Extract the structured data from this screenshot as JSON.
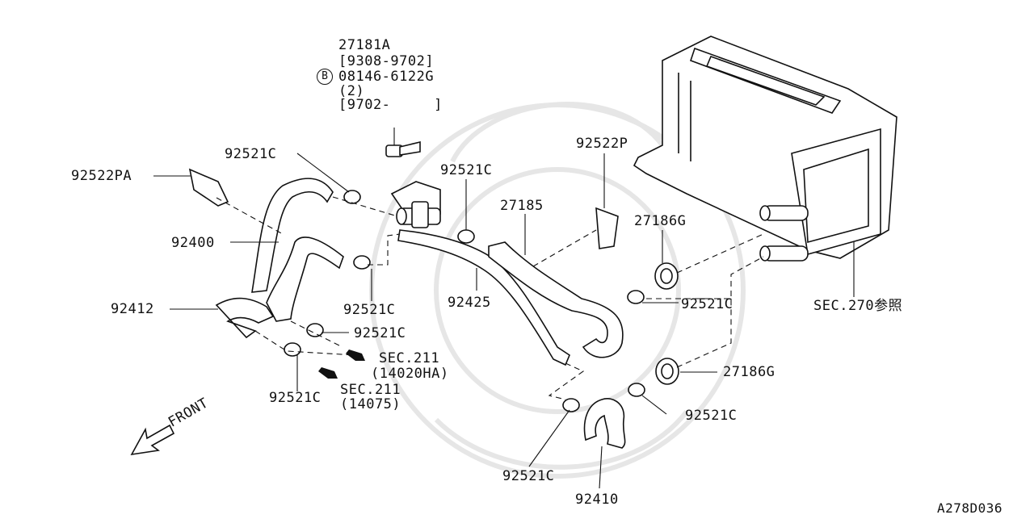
{
  "labels": {
    "p27181a": "27181A",
    "range1": "[9308-9702]",
    "bolt_letter": "B",
    "bolt_part": "08146-6122G",
    "bolt_qty": "(2)",
    "range2": "[9702-     ]",
    "c_top": "92521C",
    "pa": "92522PA",
    "c_mid": "92521C",
    "p92522p": "92522P",
    "p27185": "27185",
    "g_top": "27186G",
    "p92400": "92400",
    "c_left": "92521C",
    "p92425": "92425",
    "c_right_top": "92521C",
    "sec270": "SEC.270参照",
    "p92412": "92412",
    "c_lower": "92521C",
    "sec211a": "SEC.211",
    "sec211a_code": "(14020HA)",
    "sec211b": "SEC.211",
    "sec211b_code": "(14075)",
    "c_bottom_left": "92521C",
    "g_bottom": "27186G",
    "c_right_bottom": "92521C",
    "front": "FRONT",
    "c_bottom": "92521C",
    "p92410": "92410",
    "diagram_id": "A278D036"
  }
}
